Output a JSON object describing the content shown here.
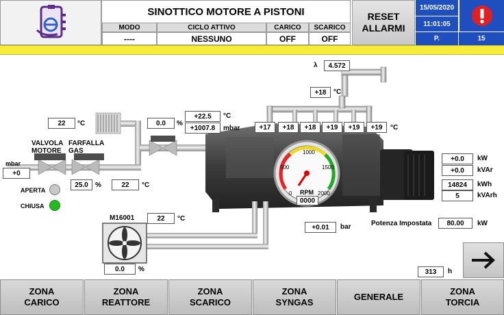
{
  "header": {
    "title": "SINOTTICO MOTORE A PISTONI",
    "columns": [
      {
        "label": "MODO",
        "value": "----"
      },
      {
        "label": "CICLO ATTIVO",
        "value": "NESSUNO"
      },
      {
        "label": "CARICO",
        "value": "OFF"
      },
      {
        "label": "SCARICO",
        "value": "OFF"
      }
    ],
    "reset_line1": "RESET",
    "reset_line2": "ALLARMI",
    "date": "15/05/2020",
    "time": "11:01:05",
    "page_label": "P.",
    "page_number": "15"
  },
  "lambda": {
    "symbol": "λ",
    "value": "4.572"
  },
  "exhaust": {
    "collector_temp": "+18",
    "unit": "°C",
    "cylinder_temps": [
      "+17",
      "+18",
      "+18",
      "+19",
      "+19",
      "+19"
    ]
  },
  "intake": {
    "coil_temp": "22",
    "coil_unit": "°C",
    "throttle_pct": "0.0",
    "pct_unit": "%",
    "air_temp": "+22.5",
    "air_temp_unit": "°C",
    "air_pressure": "+1007.8",
    "pressure_unit": "mbar",
    "valve_label_1": "VALVOLA",
    "valve_label_2": "MOTORE",
    "throttle_label_1": "FARFALLA",
    "throttle_label_2": "GAS",
    "gas_pressure_unit": "mbar",
    "gas_pressure": "+0",
    "throttle_gas_pct": "25.0",
    "gas_temp": "22",
    "gas_temp_unit": "°C",
    "open_label": "APERTA",
    "closed_label": "CHIUSA"
  },
  "cooler": {
    "tag": "M16001",
    "temp": "22",
    "temp_unit": "°C",
    "fan_pct": "0.0",
    "pct_unit": "%"
  },
  "engine": {
    "oil_pressure": "+0.01",
    "oil_unit": "bar",
    "rpm_label": "RPM",
    "rpm_value": "0000",
    "gauge_ticks": [
      "0",
      "500",
      "1000",
      "1500",
      "2000"
    ],
    "hours": "313",
    "hours_unit": "h"
  },
  "generator": {
    "power_kw": "+0.0",
    "kw_unit": "kW",
    "reactive": "+0.0",
    "kvar_unit": "kVAr",
    "energy": "14824",
    "kwh_unit": "kWh",
    "reactive_energy": "5",
    "kvarh_unit": "kVArh",
    "setpoint_label": "Potenza Impostata",
    "setpoint_value": "80.00",
    "setpoint_unit": "kW"
  },
  "footer": [
    {
      "line1": "ZONA",
      "line2": "CARICO"
    },
    {
      "line1": "ZONA",
      "line2": "REATTORE"
    },
    {
      "line1": "ZONA",
      "line2": "SCARICO"
    },
    {
      "line1": "ZONA",
      "line2": "SYNGAS"
    },
    {
      "line1": "GENERALE",
      "line2": ""
    },
    {
      "line1": "ZONA",
      "line2": "TORCIA"
    }
  ],
  "colors": {
    "accent": "#1f4fbf",
    "bar": "#f7ec3a",
    "open_lamp": "#c8c8c8",
    "closed_lamp": "#22bb22"
  }
}
